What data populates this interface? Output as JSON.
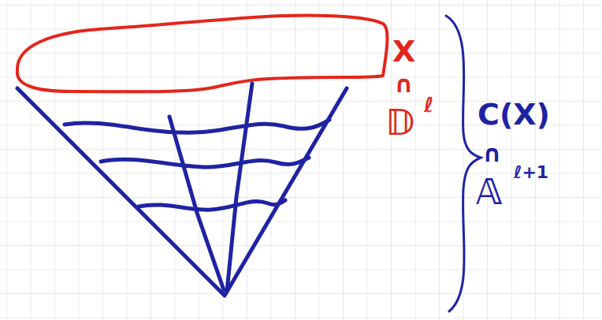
{
  "diagram": {
    "labels": [
      "X",
      "∩",
      "𝔻",
      "ℓ",
      "C(X)",
      "∩",
      "𝔸",
      "ℓ+1"
    ]
  }
}
